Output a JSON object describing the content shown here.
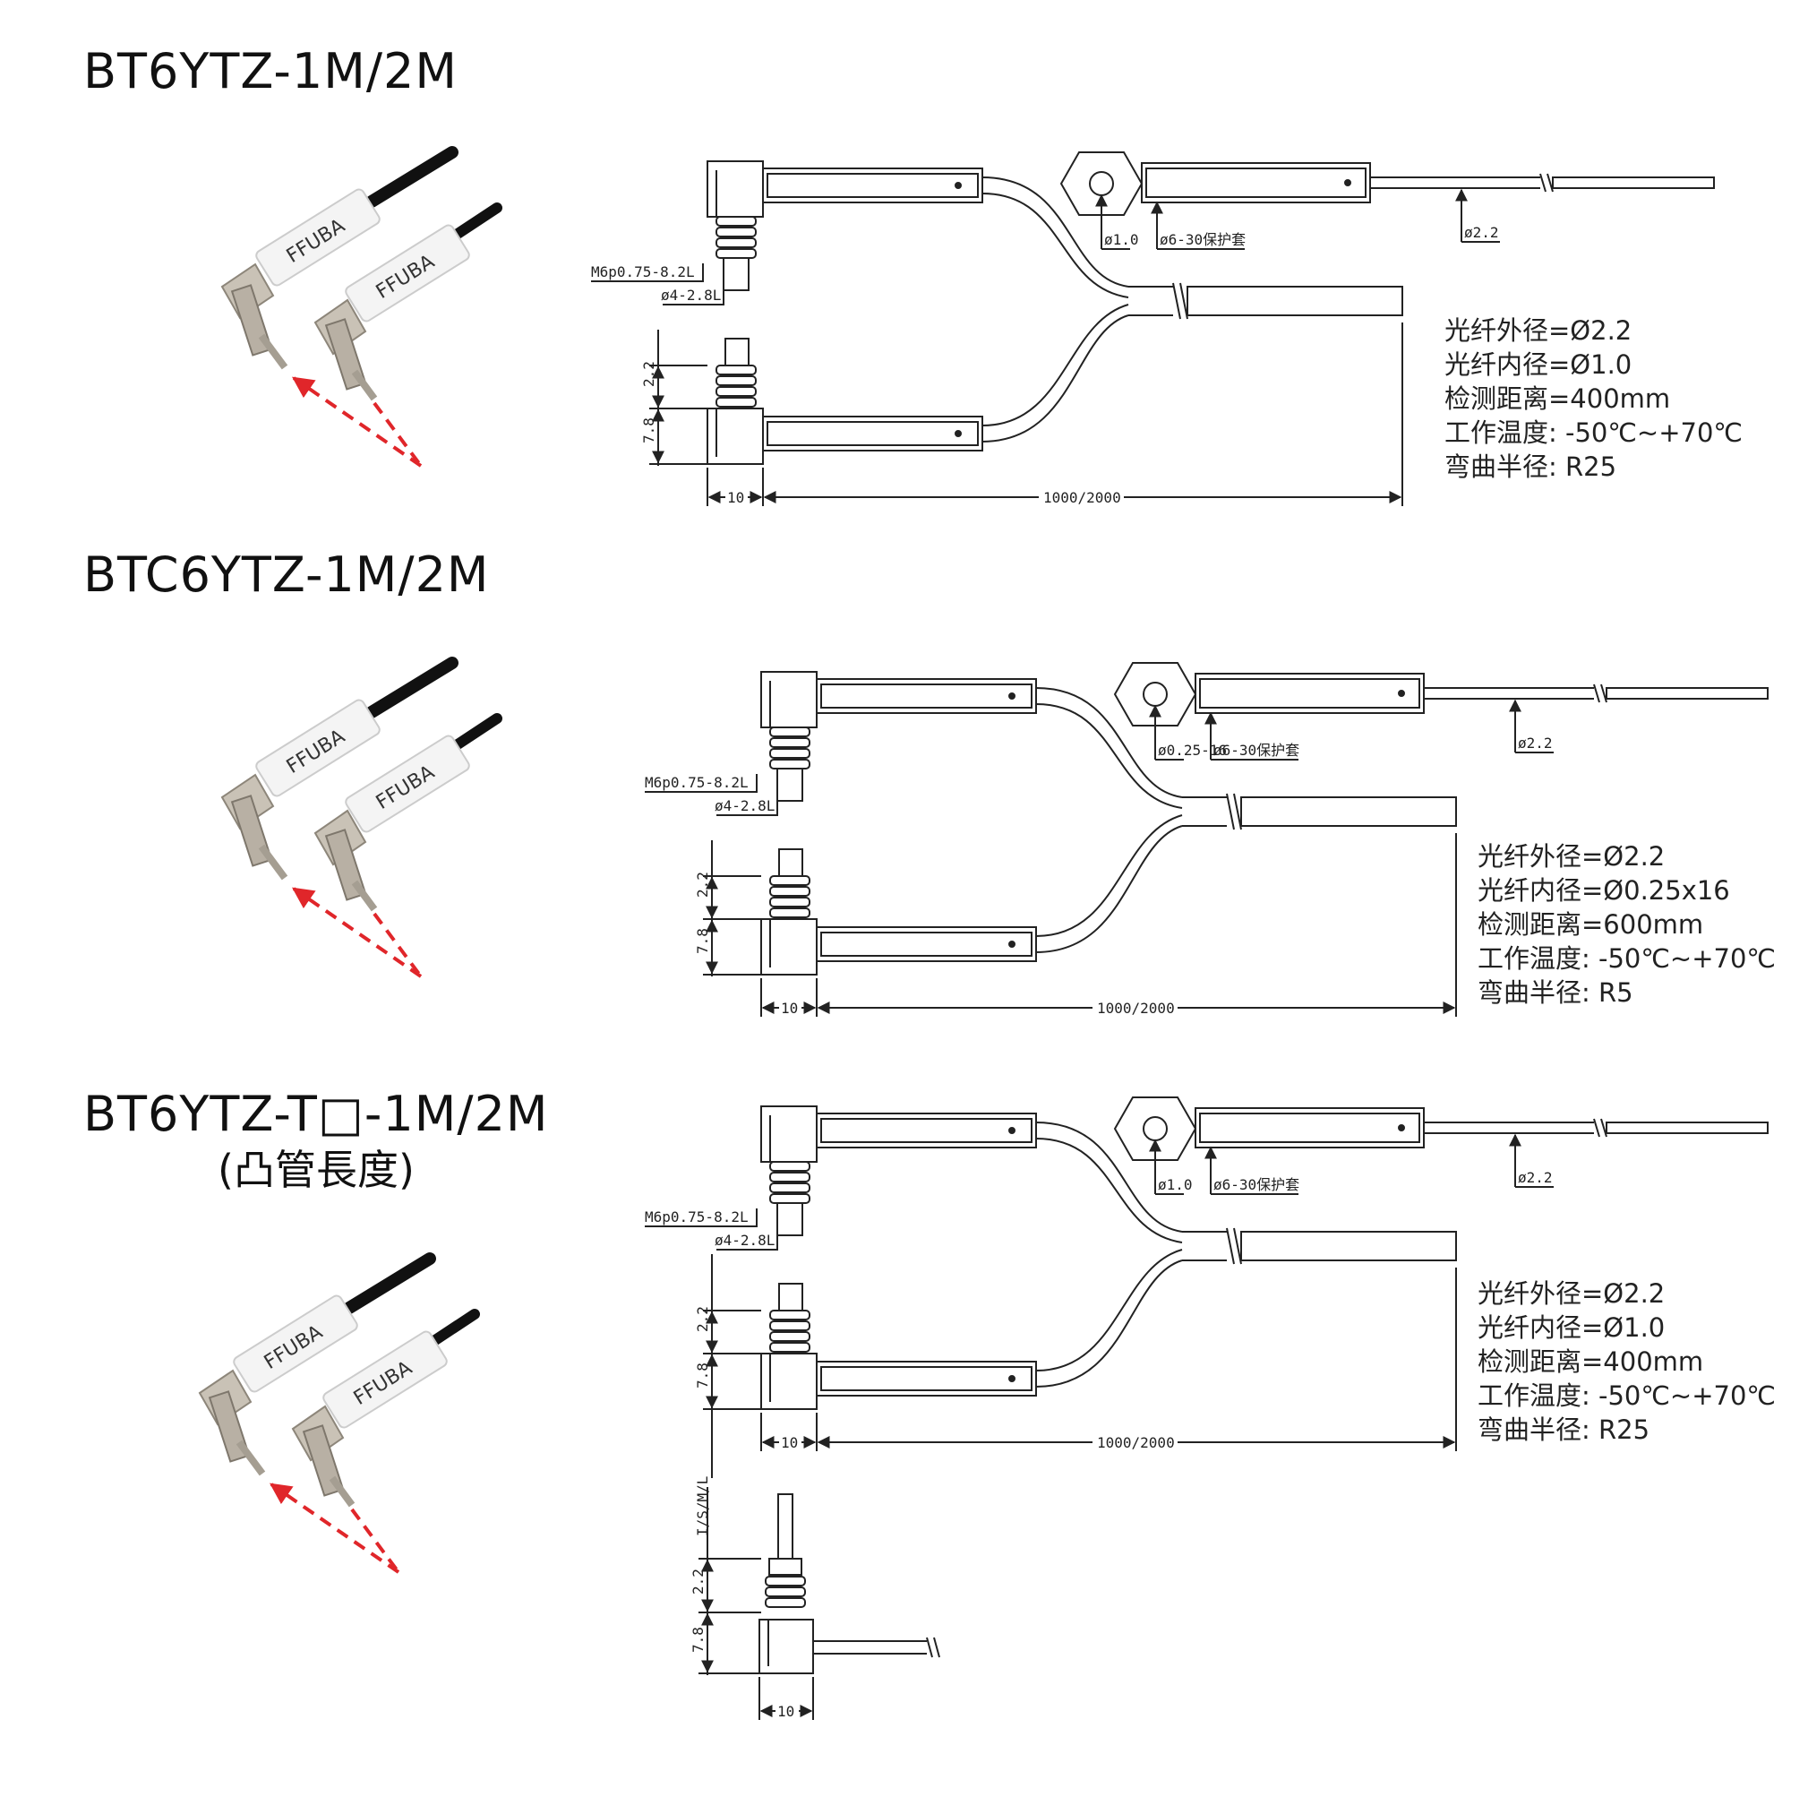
{
  "sections": [
    {
      "title": "BT6YTZ-1M/2M",
      "subtitle": "",
      "brand": "FFUBA",
      "dims": {
        "thread": "M6p0.75-8.2L",
        "tip": "ø4-2.8L",
        "d1": "2.2",
        "d2": "7.8",
        "w": "10",
        "length": "1000/2000",
        "core": "ø1.0",
        "sleeve": "ø6-30保护套",
        "cable": "ø2.2",
        "extra_dim": ""
      },
      "specs": [
        "光纤外径=Ø2.2",
        "光纤内径=Ø1.0",
        "检测距离=400mm",
        "工作温度: -50℃~+70℃",
        "弯曲半径: R25"
      ]
    },
    {
      "title": "BTC6YTZ-1M/2M",
      "subtitle": "",
      "brand": "FFUBA",
      "dims": {
        "thread": "M6p0.75-8.2L",
        "tip": "ø4-2.8L",
        "d1": "2.2",
        "d2": "7.8",
        "w": "10",
        "length": "1000/2000",
        "core": "ø0.25-16",
        "sleeve": "ø6-30保护套",
        "cable": "ø2.2",
        "extra_dim": ""
      },
      "specs": [
        "光纤外径=Ø2.2",
        "光纤内径=Ø0.25x16",
        "检测距离=600mm",
        "工作温度: -50℃~+70℃",
        "弯曲半径: R5"
      ]
    },
    {
      "title": "BT6YTZ-T□-1M/2M",
      "subtitle": "(凸管長度)",
      "brand": "FFUBA",
      "dims": {
        "thread": "M6p0.75-8.2L",
        "tip": "ø4-2.8L",
        "d1": "2.2",
        "d2": "7.8",
        "w": "10",
        "length": "1000/2000",
        "core": "ø1.0",
        "sleeve": "ø6-30保护套",
        "cable": "ø2.2",
        "extra_dim": "I/S/M/L"
      },
      "specs": [
        "光纤外径=Ø2.2",
        "光纤内径=Ø1.0",
        "检测距离=400mm",
        "工作温度: -50℃~+70℃",
        "弯曲半径: R25"
      ]
    }
  ],
  "detail": {
    "d1": "2.2",
    "d2": "7.8",
    "w": "10"
  },
  "colors": {
    "line": "#222222",
    "beam": "#e0262a",
    "sleeve": "#f4f4f4",
    "metal": "#b8b0a4",
    "cable": "#111111"
  }
}
